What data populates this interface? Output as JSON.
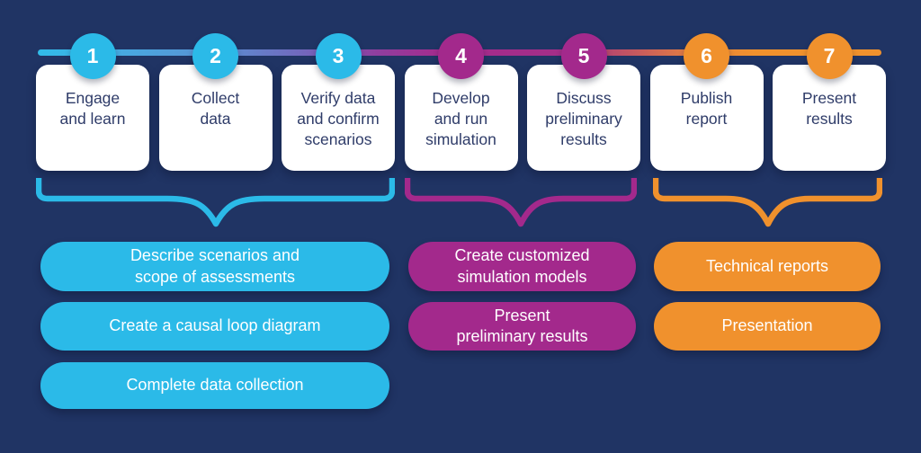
{
  "title": "Seven-step process timeline",
  "colors": {
    "background": "#203464",
    "cyan": "#2BBAE8",
    "purple": "#A3298C",
    "orange": "#F0912D",
    "card_bg": "#FFFFFF",
    "card_text": "#2F3C69",
    "pill_text": "#FFFFFF",
    "line_gradient": [
      "#31BCE9",
      "#5A91D3",
      "#7169BE",
      "#A52B8D",
      "#C25462",
      "#F0912D"
    ]
  },
  "steps": [
    {
      "number": "1",
      "label": "Engage\nand learn"
    },
    {
      "number": "2",
      "label": "Collect\ndata"
    },
    {
      "number": "3",
      "label": "Verify data\nand confirm\nscenarios"
    },
    {
      "number": "4",
      "label": "Develop\nand run\nsimulation"
    },
    {
      "number": "5",
      "label": "Discuss\npreliminary\nresults"
    },
    {
      "number": "6",
      "label": "Publish\nreport"
    },
    {
      "number": "7",
      "label": "Present\nresults"
    }
  ],
  "groups": [
    {
      "name": "scoping-and-data",
      "steps_covered": "1-3",
      "pills": [
        "Describe scenarios and\nscope of assessments",
        "Create a causal loop diagram",
        "Complete data collection"
      ]
    },
    {
      "name": "simulation",
      "steps_covered": "4-5",
      "pills": [
        "Create customized\nsimulation models",
        "Present\npreliminary results"
      ]
    },
    {
      "name": "reporting",
      "steps_covered": "6-7",
      "pills": [
        "Technical reports",
        "Presentation"
      ]
    }
  ]
}
